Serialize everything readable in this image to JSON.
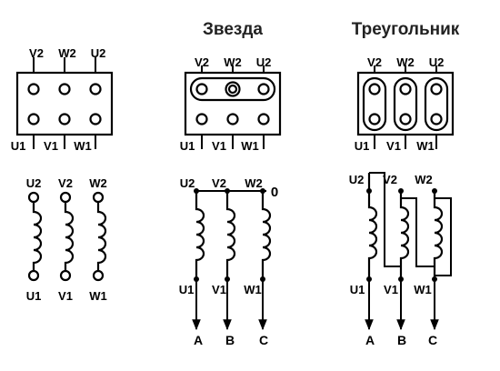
{
  "titles": {
    "star": "Звезда",
    "delta": "Треугольник"
  },
  "terminals": {
    "top": [
      "V2",
      "W2",
      "U2"
    ],
    "bottom": [
      "U1",
      "V1",
      "W1"
    ]
  },
  "coils": {
    "top": [
      "U2",
      "V2",
      "W2"
    ],
    "bottom": [
      "U1",
      "V1",
      "W1"
    ]
  },
  "neutral": "0",
  "phases": [
    "A",
    "B",
    "C"
  ]
}
